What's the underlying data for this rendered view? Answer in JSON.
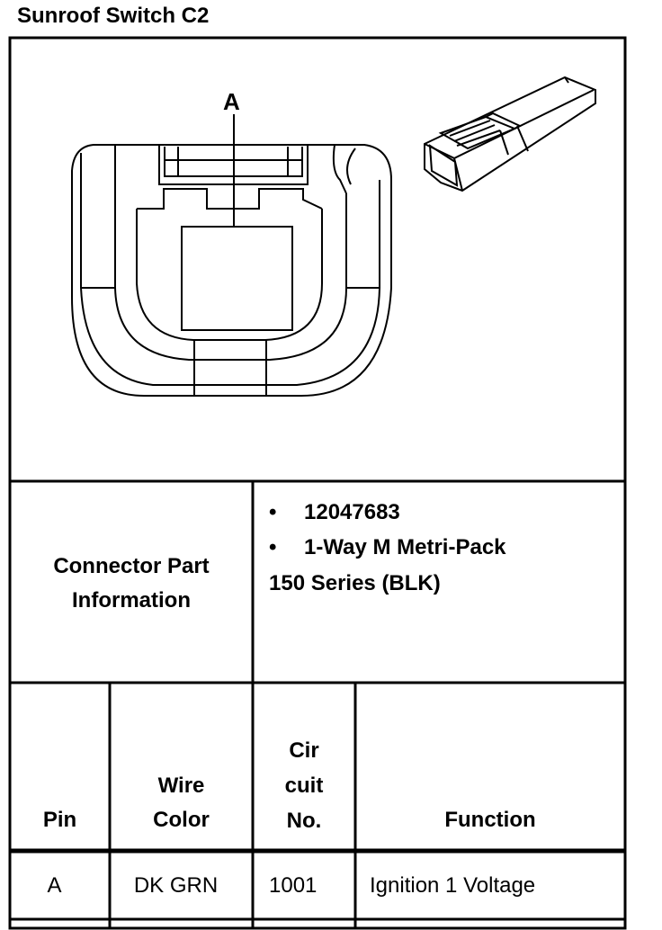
{
  "title": "Sunroof Switch C2",
  "diagram": {
    "pin_label": "A"
  },
  "connector": {
    "label_line1": "Connector Part",
    "label_line2": "Information",
    "bullet_1": "12047683",
    "bullet_2": "1-Way M Metri-Pack",
    "bullet_2_cont": "150 Series (BLK)"
  },
  "table": {
    "headers": {
      "pin": "Pin",
      "wire_line1": "Wire",
      "wire_line2": "Color",
      "circuit_line1": "Cir",
      "circuit_line2": "cuit",
      "circuit_line3": "No.",
      "function": "Function"
    },
    "rows": [
      {
        "pin": "A",
        "wire_color": "DK GRN",
        "circuit": "1001",
        "function": "Ignition 1 Voltage"
      }
    ]
  }
}
